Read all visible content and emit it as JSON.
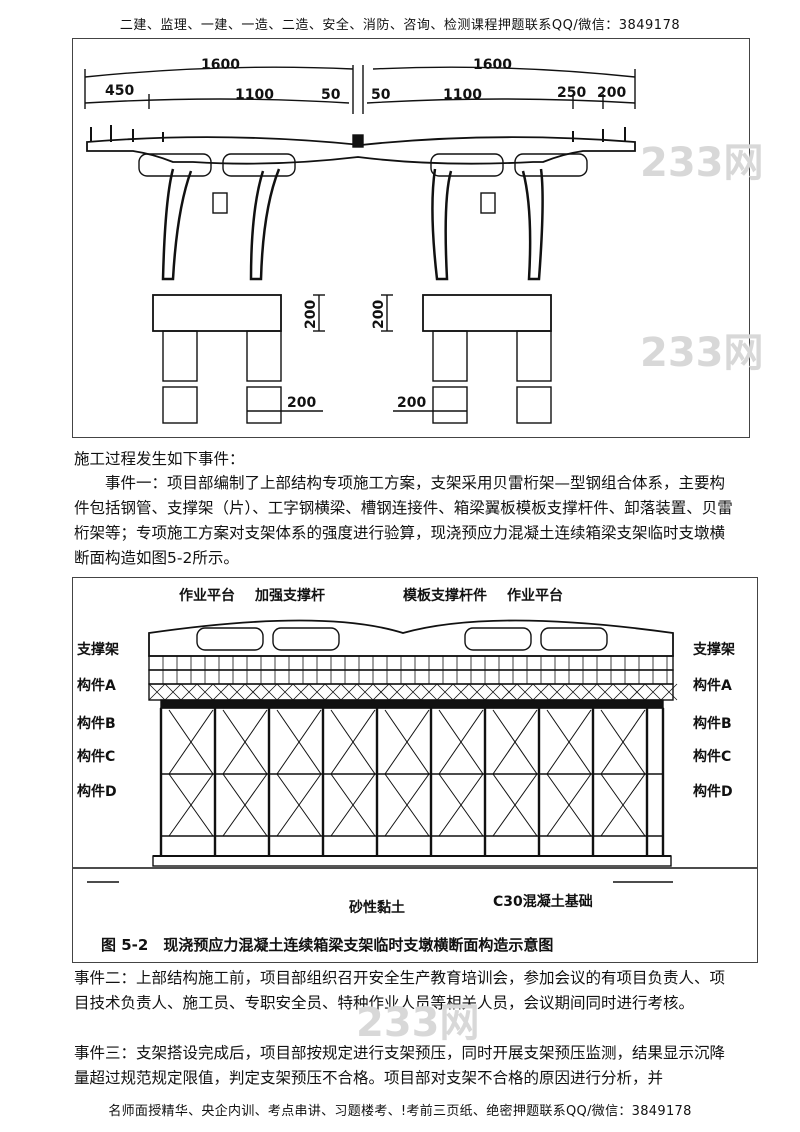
{
  "header": "二建、监理、一建、一造、二造、安全、消防、咨询、检测课程押题联系QQ/微信：3849178",
  "footer": "名师面授精华、央企内训、考点串讲、习题楼考、!考前三页纸、绝密押题联系QQ/微信：3849178",
  "watermark": "233网",
  "figure1": {
    "dims_top": [
      "1600",
      "1600"
    ],
    "dims_left": [
      "450",
      "1100",
      "50"
    ],
    "dims_right": [
      "50",
      "1100",
      "250",
      "200"
    ],
    "dim_vertical": "200",
    "dim_bottom": "200"
  },
  "paragraphs": {
    "intro": "施工过程发生如下事件：",
    "event1": "事件一：项目部编制了上部结构专项施工方案，支架采用贝雷桁架—型钢组合体系，主要构件包括钢管、支撑架（片）、工字钢横梁、槽钢连接件、箱梁翼板模板支撑杆件、卸落装置、贝雷桁架等；专项施工方案对支架体系的强度进行验算，现浇预应力混凝土连续箱梁支架临时支墩横断面构造如图5-2所示。",
    "event2": "事件二：上部结构施工前，项目部组织召开安全生产教育培训会，参加会议的有项目负责人、项目技术负责人、施工员、专职安全员、特种作业人员等相关人员，会议期间同时进行考核。",
    "event3": "事件三：支架搭设完成后，项目部按规定进行支架预压，同时开展支架预压监测，结果显示沉降量超过规范规定限值，判定支架预压不合格。项目部对支架不合格的原因进行分析，并"
  },
  "figure2": {
    "top_labels": [
      "作业平台",
      "加强支撑杆",
      "模板支撑杆件",
      "作业平台"
    ],
    "left_labels": [
      "支撑架",
      "构件A",
      "构件B",
      "构件C",
      "构件D"
    ],
    "right_labels": [
      "支撑架",
      "构件A",
      "构件B",
      "构件C",
      "构件D"
    ],
    "soil": "砂性黏土",
    "foundation": "C30混凝土基础",
    "caption": "图 5-2　现浇预应力混凝土连续箱梁支架临时支墩横断面构造示意图"
  }
}
